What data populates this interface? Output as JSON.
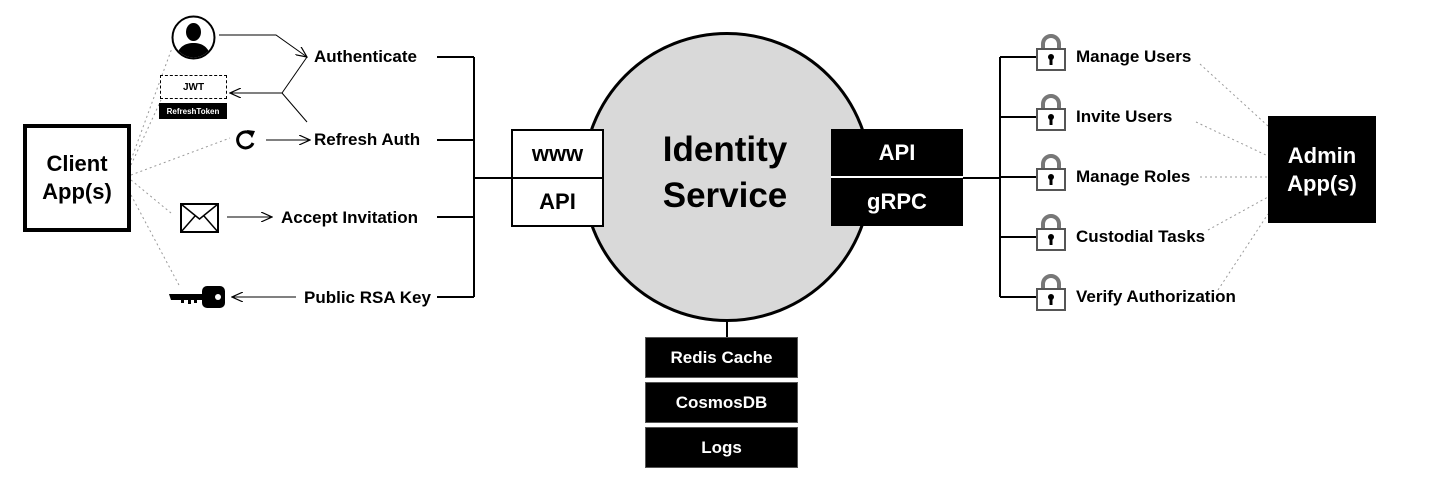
{
  "client": {
    "label_line1": "Client",
    "label_line2": "App(s)"
  },
  "admin": {
    "label_line1": "Admin",
    "label_line2": "App(s)"
  },
  "identity": {
    "line1": "Identity",
    "line2": "Service"
  },
  "www_api": {
    "www": "www",
    "api": "API"
  },
  "right_api": {
    "api": "API",
    "grpc": "gRPC"
  },
  "token": {
    "jwt": "JWT",
    "refresh": "RefreshToken"
  },
  "client_ops": {
    "authenticate": "Authenticate",
    "refresh_auth": "Refresh Auth",
    "accept_invitation": "Accept Invitation",
    "public_rsa_key": "Public RSA Key"
  },
  "admin_ops": {
    "manage_users": "Manage Users",
    "invite_users": "Invite Users",
    "manage_roles": "Manage Roles",
    "custodial_tasks": "Custodial Tasks",
    "verify_authorization": "Verify Authorization"
  },
  "storage": {
    "redis": "Redis Cache",
    "cosmos": "CosmosDB",
    "logs": "Logs"
  },
  "icons": [
    "user-icon",
    "refresh-icon",
    "envelope-icon",
    "key-icon",
    "lock-icon"
  ],
  "colors": {
    "foreground": "#000000",
    "background": "#ffffff",
    "circle_fill": "#d9d9d9",
    "dotted": "#9a9a9a"
  }
}
